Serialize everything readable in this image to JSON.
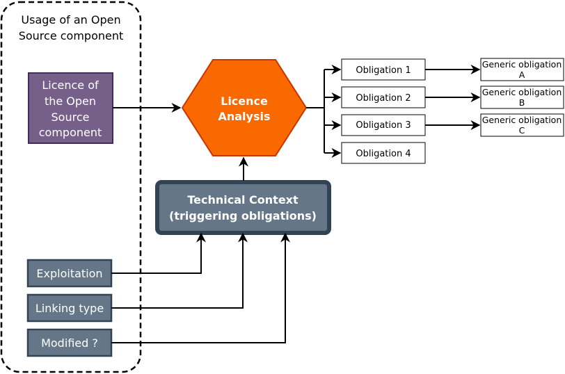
{
  "group": {
    "label_line1": "Usage of an Open",
    "label_line2": "Source component"
  },
  "licence_box": {
    "lines": [
      "Licence of",
      "the Open",
      "Source",
      "component"
    ],
    "fill": "#76608a"
  },
  "analysis": {
    "line1": "Licence",
    "line2": "Analysis",
    "fill": "#fa6800",
    "stroke": "#c73500"
  },
  "technical_context": {
    "line1": "Technical Context",
    "line2": "(triggering obligations)",
    "fill": "#647687",
    "stroke": "#314354"
  },
  "inputs": [
    {
      "label": "Exploitation"
    },
    {
      "label": "Linking type"
    },
    {
      "label": "Modified ?"
    }
  ],
  "obligations": [
    {
      "label": "Obligation 1"
    },
    {
      "label": "Obligation 2"
    },
    {
      "label": "Obligation 3"
    },
    {
      "label": "Obligation 4"
    }
  ],
  "generic_obligations": [
    {
      "line1": "Generic obligation",
      "line2": "A"
    },
    {
      "line1": "Generic obligation",
      "line2": "B"
    },
    {
      "line1": "Generic obligation",
      "line2": "C"
    }
  ]
}
